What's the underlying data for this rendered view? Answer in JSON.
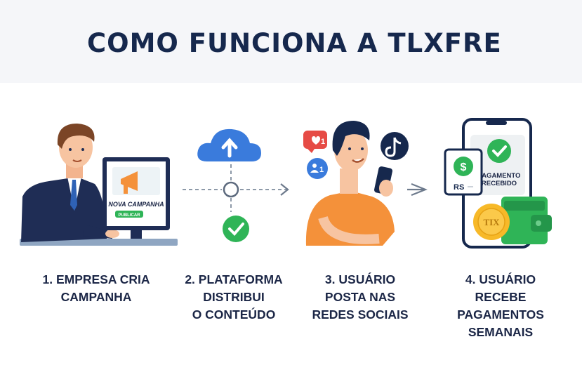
{
  "title": "COMO FUNCIONA A TLXFRE",
  "illustrations": {
    "campaign_screen_title": "NOVA CAMPANHA",
    "campaign_button": "PUBLICAR",
    "like_badge": "1",
    "follower_badge": "1",
    "payment_text_line1": "PAGAMENTO",
    "payment_text_line2": "RECEBIDO",
    "currency_label": "RS",
    "coin_label": "TIX"
  },
  "steps": [
    {
      "lines": [
        "1. EMPRESA CRIA",
        "CAMPANHA"
      ]
    },
    {
      "lines": [
        "2. PLATAFORMA",
        "DISTRIBUI",
        "O CONTEÚDO"
      ]
    },
    {
      "lines": [
        "3. USUÁRIO",
        "POSTA NAS",
        "REDES SOCIAIS"
      ]
    },
    {
      "lines": [
        "4. USUÁRIO",
        "RECEBE",
        "PAGAMENTOS",
        "SEMANAIS"
      ]
    }
  ],
  "colors": {
    "navy": "#16284d",
    "green": "#2fb457",
    "orange": "#f4913a",
    "blue": "#3a7bdc",
    "red": "#e64b45"
  }
}
